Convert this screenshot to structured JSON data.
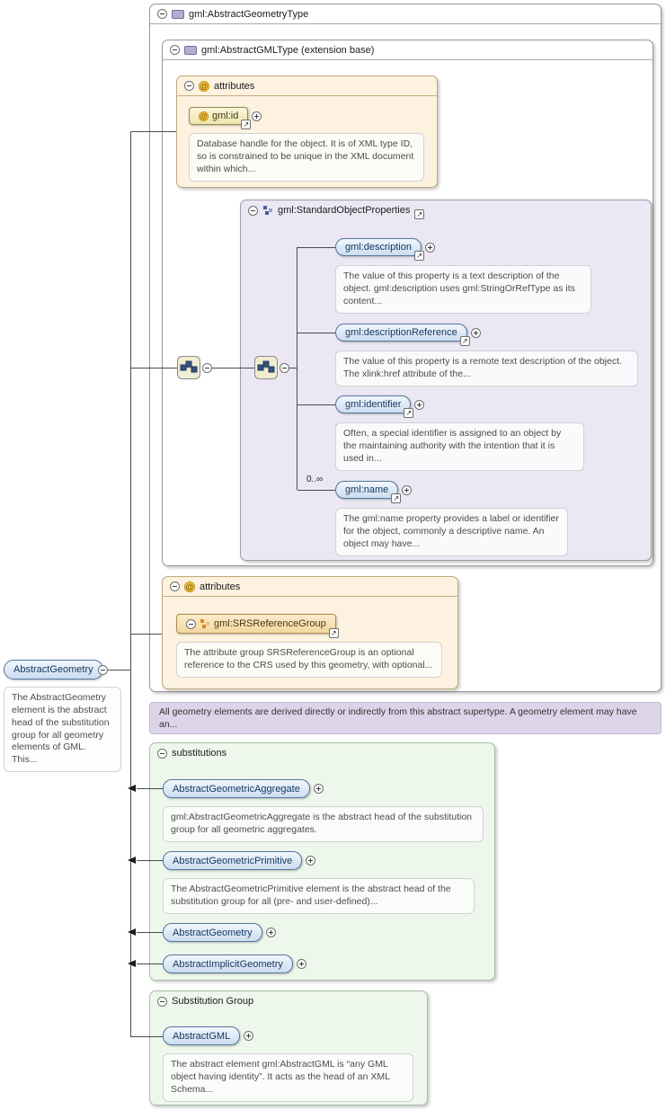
{
  "icons": {
    "at": "@",
    "link": "↗"
  },
  "root": {
    "title": "gml:AbstractGeometryType",
    "extension": {
      "title": "gml:AbstractGMLType (extension base)"
    },
    "attributes1": {
      "header": "attributes",
      "attr_label": "gml:id",
      "attr_doc": "Database handle for the object. It is of XML type ID, so is constrained to be unique in the XML document within which..."
    },
    "sop": {
      "title": "gml:StandardObjectProperties",
      "children": [
        {
          "label": "gml:description",
          "doc": "The value of this property is a text description of the object. gml:description uses gml:StringOrRefType as its content..."
        },
        {
          "label": "gml:descriptionReference",
          "doc": "The value of this property is a remote text description of the object. The xlink:href attribute of the..."
        },
        {
          "label": "gml:identifier",
          "doc": "Often, a special identifier is assigned to an object by the maintaining authority with the intention that it is used in..."
        },
        {
          "label": "gml:name",
          "cardinality": "0..∞",
          "doc": "The gml:name property provides a label or identifier for the object, commonly a descriptive name. An object may have..."
        }
      ]
    },
    "attributes2": {
      "header": "attributes",
      "attr_label": "gml:SRSReferenceGroup",
      "attr_doc": "The attribute group SRSReferenceGroup is an optional reference to the CRS used by this geometry, with optional..."
    }
  },
  "element": {
    "label": "AbstractGeometry",
    "doc": "The AbstractGeometry element is the abstract head of the substitution group for all geometry elements of GML. This..."
  },
  "annotation": "All geometry elements are derived directly or indirectly from this abstract supertype. A geometry element may have an...",
  "substitutions": {
    "header": "substitutions",
    "items": [
      {
        "label": "AbstractGeometricAggregate",
        "doc": "gml:AbstractGeometricAggregate is the abstract head of the substitution group for all geometric aggregates."
      },
      {
        "label": "AbstractGeometricPrimitive",
        "doc": "The AbstractGeometricPrimitive element is the abstract head of the substitution group for all (pre- and user-defined)..."
      },
      {
        "label": "AbstractGeometry"
      },
      {
        "label": "AbstractImplicitGeometry"
      }
    ]
  },
  "substitution_group": {
    "header": "Substitution Group",
    "item": {
      "label": "AbstractGML",
      "doc": "The abstract element gml:AbstractGML is “any GML object having identity”. It acts as the head of an XML Schema..."
    }
  }
}
